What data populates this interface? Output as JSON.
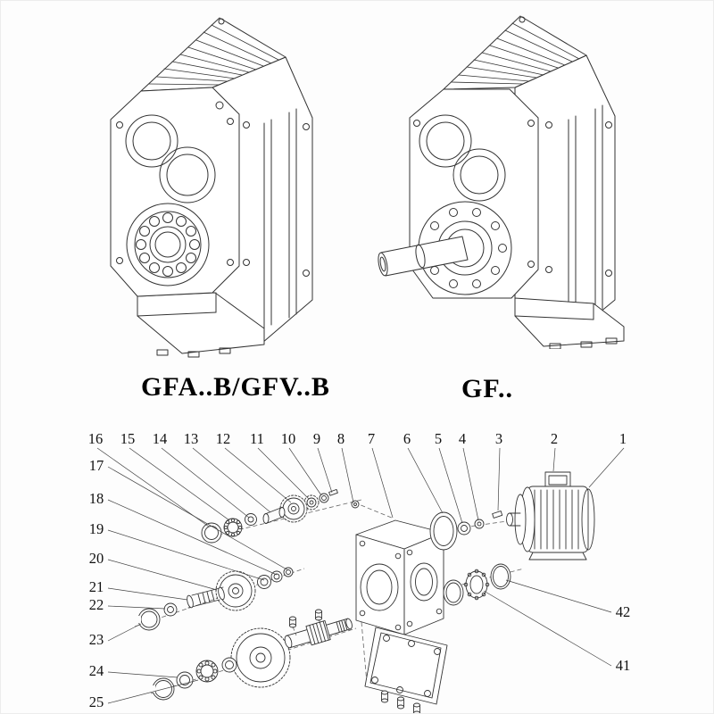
{
  "page": {
    "left_model_label": "GFA..B/GFV..B",
    "right_model_label": "GF.."
  },
  "exploded": {
    "callouts_top": [
      "16",
      "15",
      "14",
      "13",
      "12",
      "11",
      "10",
      "9",
      "8",
      "7",
      "6",
      "5",
      "4",
      "3",
      "2",
      "1"
    ],
    "callouts_left": [
      "17",
      "18",
      "19",
      "20",
      "21",
      "22",
      "23",
      "24",
      "25"
    ],
    "callouts_right": [
      "42",
      "41"
    ]
  },
  "colors": {
    "line": "#333333",
    "text": "#111111",
    "background": "#fdfdfd"
  }
}
